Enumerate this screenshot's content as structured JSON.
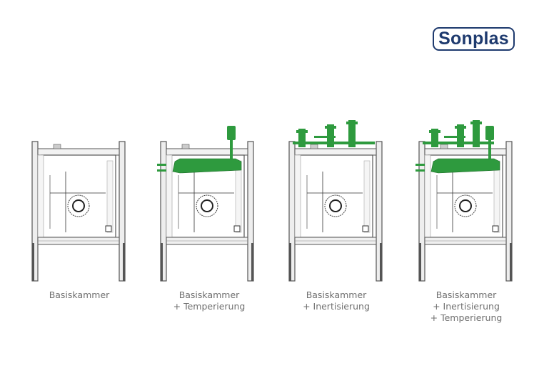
{
  "logo": {
    "text": "Sonplas",
    "color": "#1e3a6e"
  },
  "colors": {
    "green": "#2e9a3e",
    "frame": "#555555"
  },
  "variants": [
    {
      "name": "basiskammer",
      "lines": [
        "Basiskammer"
      ],
      "temperierung": false,
      "inertisierung": false
    },
    {
      "name": "temperierung",
      "lines": [
        "Basiskammer",
        "+ Temperierung"
      ],
      "temperierung": true,
      "inertisierung": false
    },
    {
      "name": "inertisierung",
      "lines": [
        "Basiskammer",
        "+ Inertisierung"
      ],
      "temperierung": false,
      "inertisierung": true
    },
    {
      "name": "inertisierung-temperierung",
      "lines": [
        "Basiskammer",
        "+ Inertisierung",
        "+ Temperierung"
      ],
      "temperierung": true,
      "inertisierung": true
    }
  ]
}
